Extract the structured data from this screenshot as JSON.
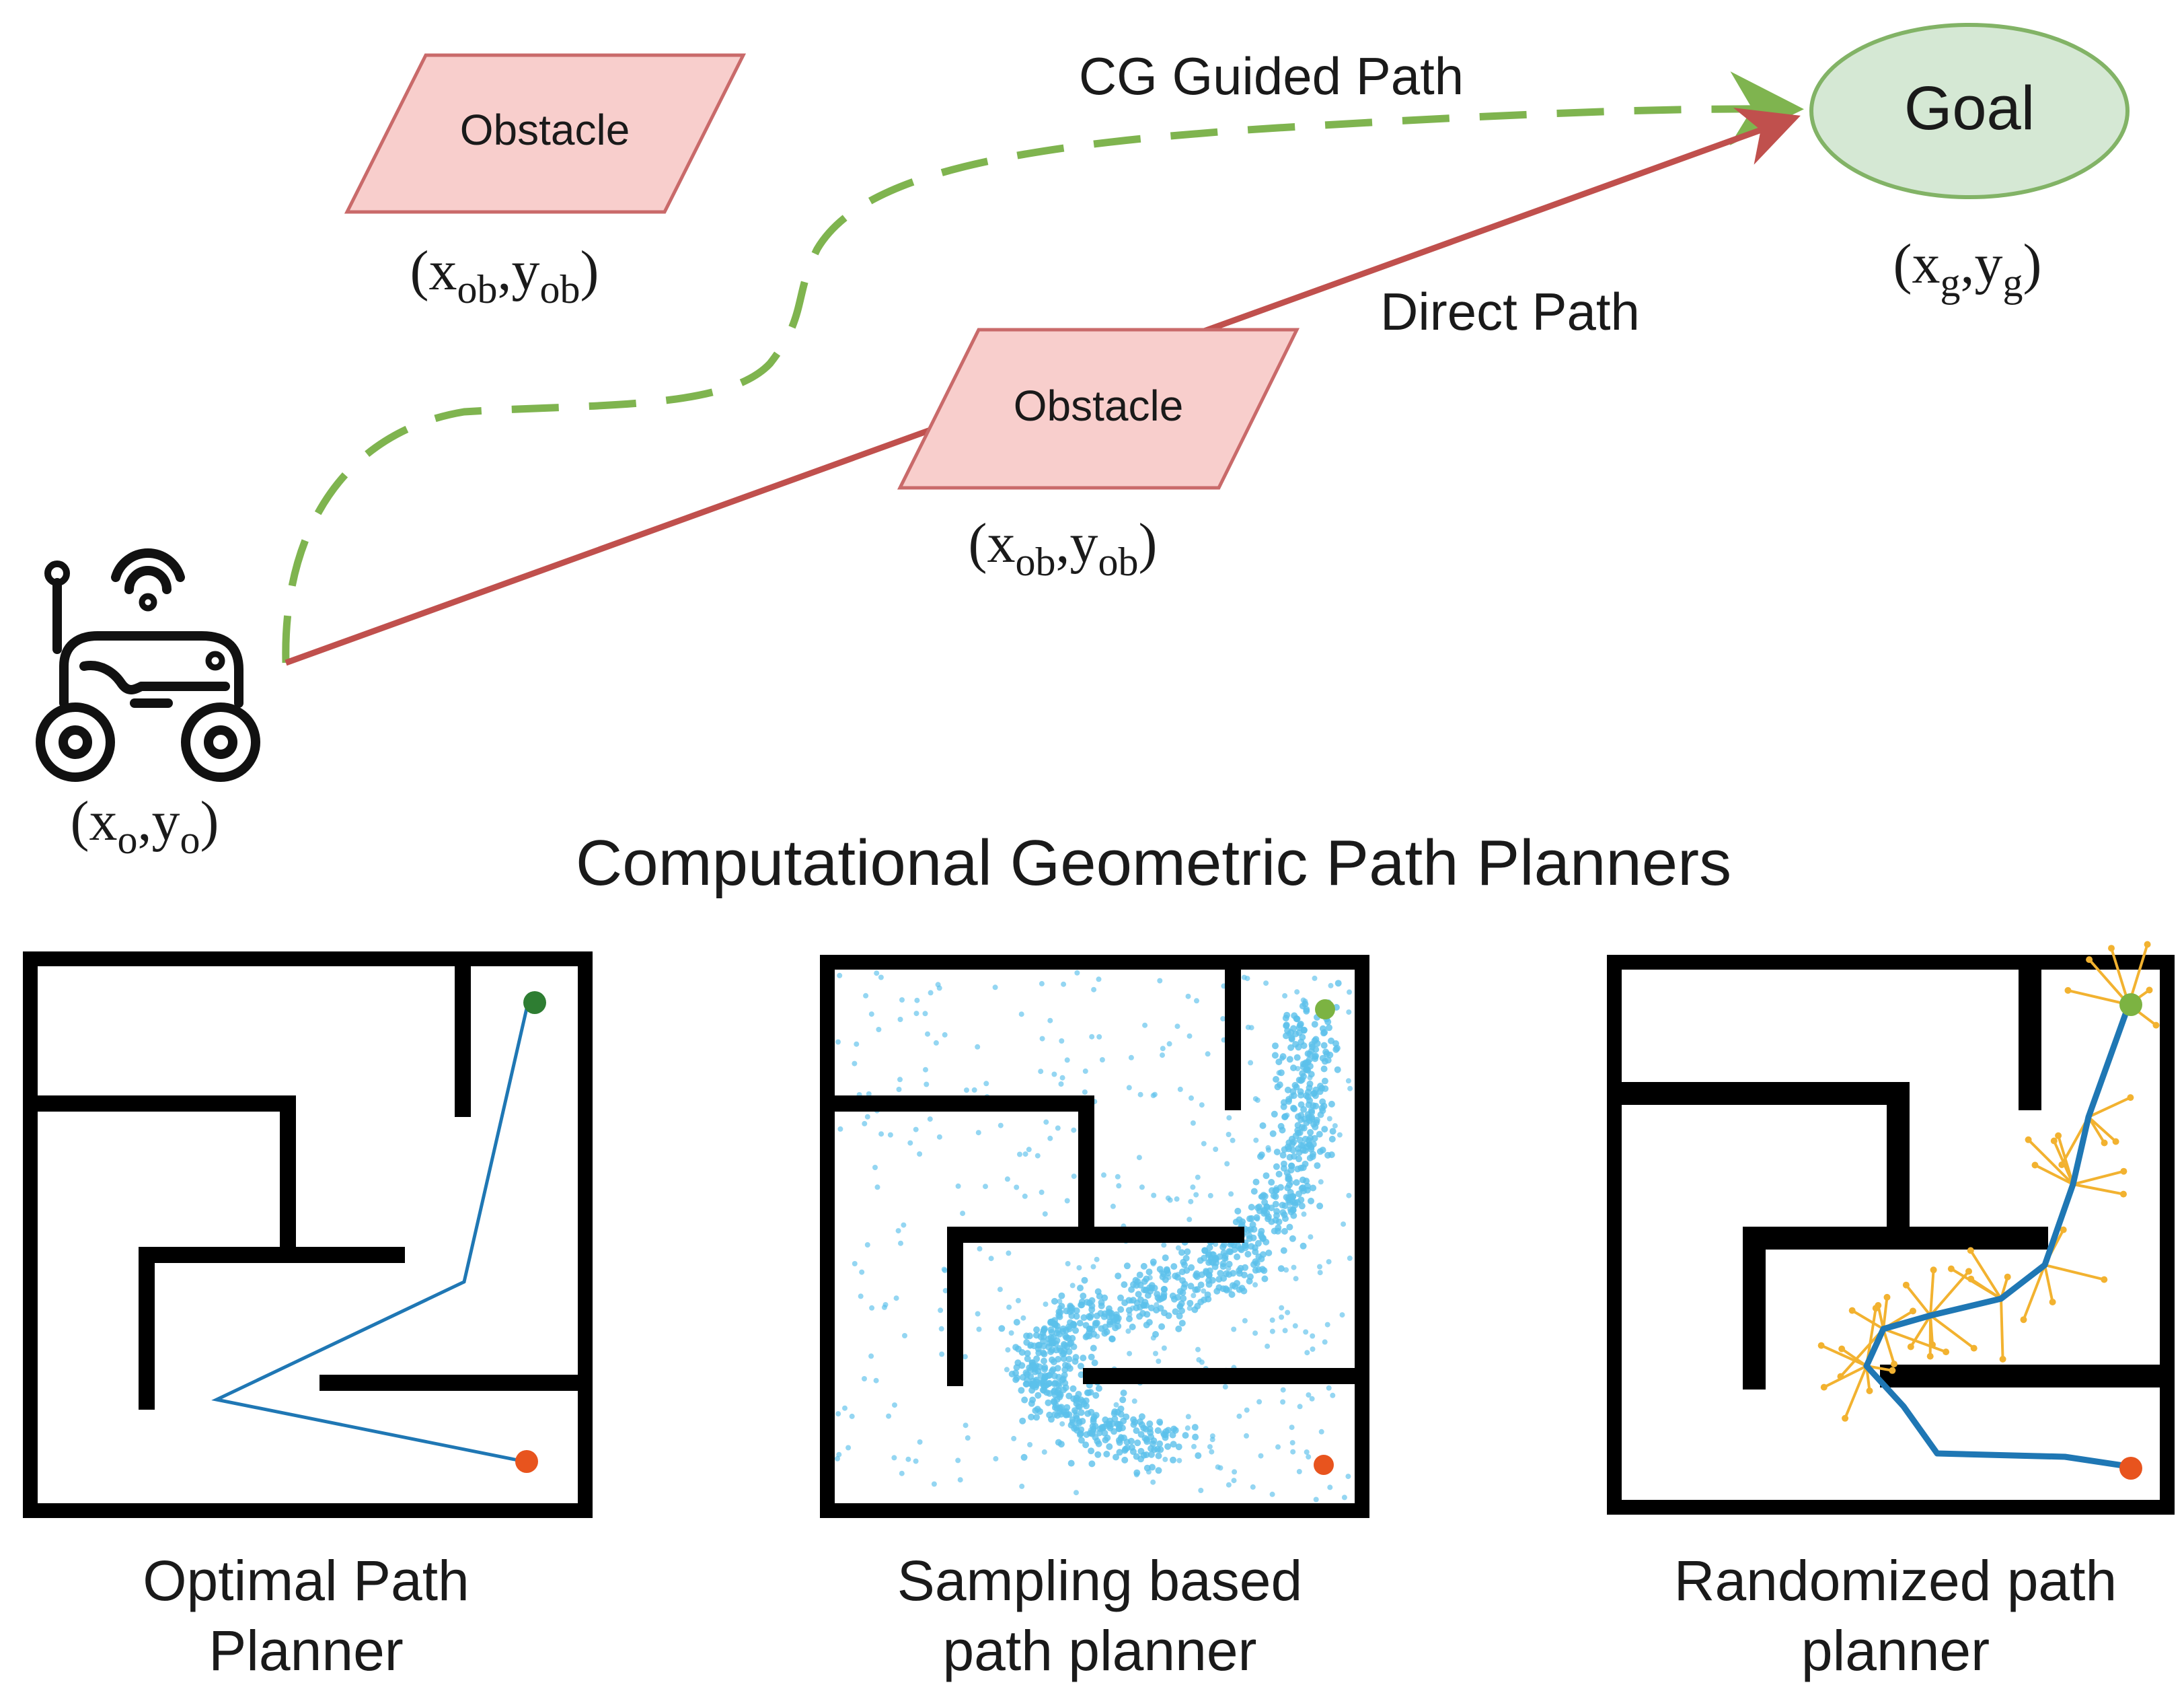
{
  "top": {
    "obstacle_top": {
      "label": "Obstacle",
      "coord": {
        "base": "(x",
        "sub1": "ob",
        "mid": ",y",
        "sub2": "ob",
        "end": ")"
      }
    },
    "obstacle_mid": {
      "label": "Obstacle",
      "coord": {
        "base": "(x",
        "sub1": "ob",
        "mid": ",y",
        "sub2": "ob",
        "end": ")"
      }
    },
    "goal": {
      "label": "Goal",
      "coord": {
        "base": "(x",
        "sub1": "g",
        "mid": ",y",
        "sub2": "g",
        "end": ")"
      }
    },
    "robot": {
      "icon": "robot-rover-icon",
      "coord": {
        "base": "(x",
        "sub1": "o",
        "mid": ",y",
        "sub2": "o",
        "end": ")"
      }
    },
    "cg_path_label": "CG Guided Path",
    "direct_path_label": "Direct Path"
  },
  "section_title": "Computational Geometric Path Planners",
  "planners": [
    {
      "line1": "Optimal Path",
      "line2": "Planner"
    },
    {
      "line1": "Sampling based",
      "line2": "path planner"
    },
    {
      "line1": "Randomized path",
      "line2": "planner"
    }
  ],
  "colors": {
    "obstacle_fill": "#f8cecc",
    "obstacle_stroke": "#c96a6a",
    "goal_fill": "#d5e8d4",
    "goal_stroke": "#82b366",
    "cg_path": "#7fb44f",
    "direct_path": "#c0504d",
    "maze_path": "#1f77b4",
    "samples": "#5bc0eb",
    "tree": "#f2b230",
    "start_dot": "#e8541e",
    "goal_dot_dark": "#2e7d32",
    "goal_dot_light": "#7cb342"
  }
}
